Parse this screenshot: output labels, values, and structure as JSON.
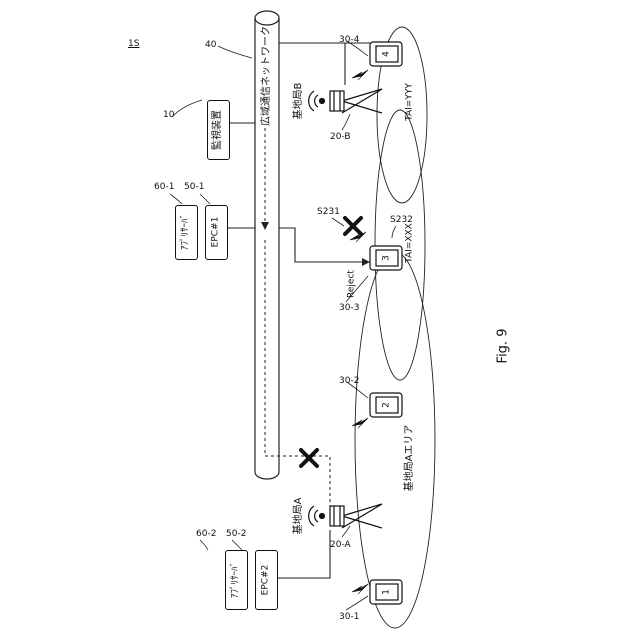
{
  "diagram_ref": "1S",
  "figure_label": "Fig. 9",
  "network": {
    "label": "広域通信ネットワーク",
    "ref": "40"
  },
  "monitor": {
    "label": "監視装置",
    "ref": "10"
  },
  "epc1": {
    "label": "EPC#1",
    "ref": "50-1"
  },
  "app1": {
    "label": "ｱﾌﾟﾘｻｰﾊﾞ",
    "ref": "60-1"
  },
  "epc2": {
    "label": "EPC#2",
    "ref": "50-2"
  },
  "app2": {
    "label": "ｱﾌﾟﾘｻｰﾊﾞ",
    "ref": "60-2"
  },
  "base_a": {
    "label": "基地局A",
    "ref": "20-A",
    "area_label": "基地局Aエリア"
  },
  "base_b": {
    "label": "基地局B",
    "ref": "20-B",
    "tai": "TAI=YYY"
  },
  "area_mid": {
    "tai": "TAI=XXX"
  },
  "terminals": [
    {
      "num": "1",
      "ref": "30-1"
    },
    {
      "num": "2",
      "ref": "30-2"
    },
    {
      "num": "3",
      "ref": "30-3"
    },
    {
      "num": "4",
      "ref": "30-4"
    }
  ],
  "signals": {
    "s231": "S231",
    "s232": "S232",
    "reject": "Reject"
  }
}
